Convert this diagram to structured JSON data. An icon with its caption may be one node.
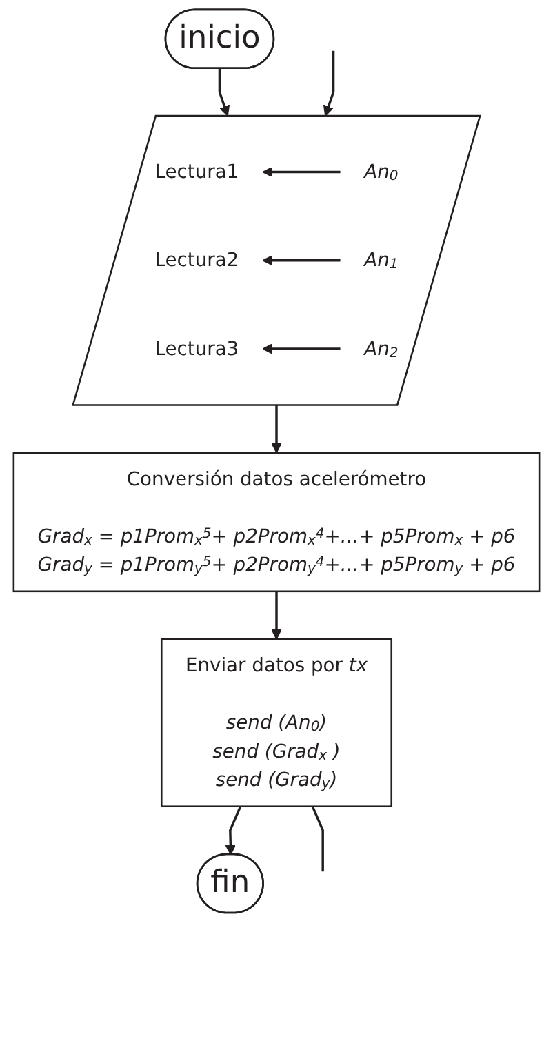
{
  "diagram": {
    "nodes": [
      {
        "text": [
          "inicio"
        ]
      },
      {
        "text": [],
        "shape": "parallelogram"
      },
      {
        "text": [
          "Lectura1"
        ],
        "in": 1
      },
      {
        "text": [
          "An$_{0}$"
        ],
        "in": 1
      },
      {
        "text": [
          "Lectura2"
        ],
        "in": 1
      },
      {
        "text": [
          "An$_{1}$"
        ],
        "in": 1
      },
      {
        "text": [
          "Lectura3"
        ],
        "in": 1
      },
      {
        "text": [
          "An$_{2}$"
        ],
        "in": 1
      },
      {
        "text": [
          "Conversión datos acelerómetro",
          "Grad$_{x}$ = p1Prom$_{x}$$^{5}$+ p2Prom$_{x}$$^{4}$+...+ p5Prom$_{x}$ + p6",
          "Grad$_{y}$ = p1Prom$_{y}$$^{5}$+ p2Prom$_{y}$$^{4}$+...+ p5Prom$_{y}$ + p6"
        ]
      },
      {
        "text": [
          "Enviar datos por *tx*",
          "send (An$_{0}$) send (Grad$_{x}$ ) send (Grad$_{y}$)"
        ]
      },
      {
        "text": [
          "fin"
        ]
      }
    ],
    "edges": [
      {
        "from": 0,
        "to": 1,
        "arrow": "to"
      },
      {
        "from": null,
        "to": 1,
        "arrow": "to"
      },
      {
        "from": 3,
        "to": 2,
        "arrow": "to"
      },
      {
        "from": 5,
        "to": 4,
        "arrow": "to"
      },
      {
        "from": 7,
        "to": 6,
        "arrow": "to"
      },
      {
        "from": 1,
        "to": 8,
        "arrow": "to"
      },
      {
        "from": 8,
        "to": 9,
        "arrow": "to"
      },
      {
        "from": 9,
        "to": 10,
        "arrow": "to"
      },
      {
        "from": 9,
        "to": null,
        "arrow": "none"
      }
    ]
  }
}
